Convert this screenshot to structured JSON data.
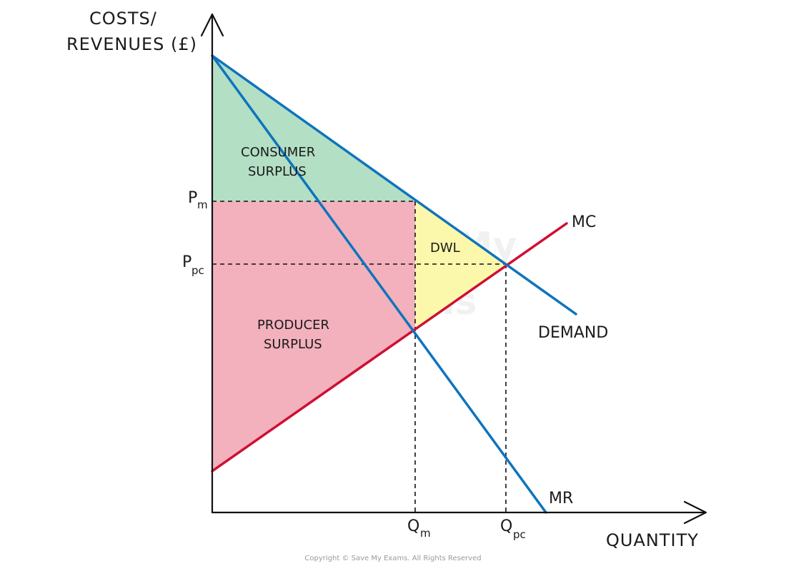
{
  "axes": {
    "y_title_line1": "COSTS/",
    "y_title_line2": "REVENUES (£)",
    "x_title": "QUANTITY"
  },
  "regions": {
    "consumer_surplus": {
      "line1": "CONSUMER",
      "line2": "SURPLUS",
      "color": "#b3dfc5"
    },
    "producer_surplus": {
      "line1": "PRODUCER",
      "line2": "SURPLUS",
      "color": "#f2b1bd"
    },
    "dwl": {
      "label": "DWL",
      "color": "#fbf8ac"
    }
  },
  "curves": {
    "demand": {
      "label": "DEMAND",
      "color": "#0e74bd"
    },
    "mr": {
      "label": "MR",
      "color": "#0e74bd"
    },
    "mc": {
      "label": "MC",
      "color": "#cf0f33"
    }
  },
  "ticks": {
    "pm": {
      "main": "P",
      "sub": "m"
    },
    "ppc": {
      "main": "P",
      "sub": "pc"
    },
    "qm": {
      "main": "Q",
      "sub": "m"
    },
    "qpc": {
      "main": "Q",
      "sub": "pc"
    }
  },
  "watermark": {
    "line1": "Save My",
    "line2": "Exams"
  },
  "copyright": "Copyright © Save My Exams. All Rights Reserved"
}
